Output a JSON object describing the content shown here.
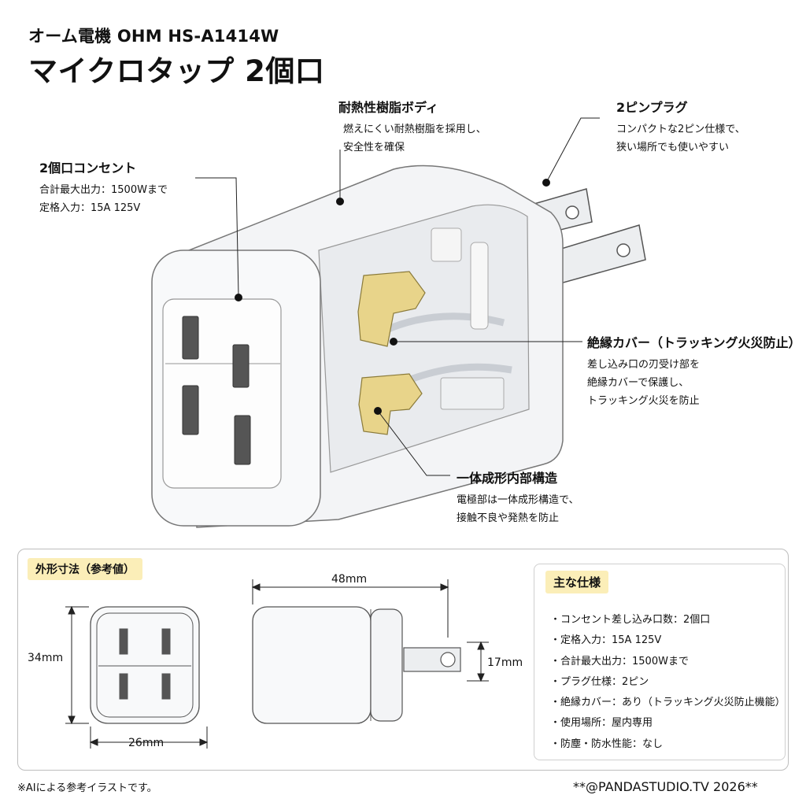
{
  "header": {
    "brand": "オーム電機 OHM HS-A1414W",
    "title": "マイクロタップ 2個口"
  },
  "callouts": {
    "outlet": {
      "title": "2個口コンセント",
      "lines": [
        "合計最大出力：1500Wまで",
        "定格入力：15A 125V"
      ]
    },
    "body": {
      "title": "耐熱性樹脂ボディ",
      "lines": [
        "燃えにくい耐熱樹脂を採用し、",
        "安全性を確保"
      ]
    },
    "plug": {
      "title": "2ピンプラグ",
      "lines": [
        "コンパクトな2ピン仕様で、",
        "狭い場所でも使いやすい"
      ]
    },
    "insulation": {
      "title": "絶縁カバー（トラッキング火災防止）",
      "lines": [
        "差し込み口の刃受け部を",
        "絶縁カバーで保護し、",
        "トラッキング火災を防止"
      ]
    },
    "structure": {
      "title": "一体成形内部構造",
      "lines": [
        "電極部は一体成形構造で、",
        "接触不良や発熱を防止"
      ]
    }
  },
  "dimensions": {
    "tag": "外形寸法（参考値）",
    "height": "34mm",
    "width": "26mm",
    "length": "48mm",
    "plug_width": "17mm"
  },
  "specs": {
    "tag": "主な仕様",
    "items": [
      "コンセント差し込み口数：2個口",
      "定格入力：15A 125V",
      "合計最大出力：1500Wまで",
      "プラグ仕様：2ピン",
      "絶縁カバー：あり（トラッキング火災防止機能）",
      "使用場所：屋内専用",
      "防塵・防水性能：なし"
    ]
  },
  "footer": {
    "note": "※AIによる参考イラストです。",
    "credit": "**@PANDASTUDIO.TV 2026**"
  },
  "colors": {
    "accent_tag": "#fbeeb8",
    "brass": "#e8d48a",
    "body": "#f4f5f7",
    "line": "#222222"
  }
}
